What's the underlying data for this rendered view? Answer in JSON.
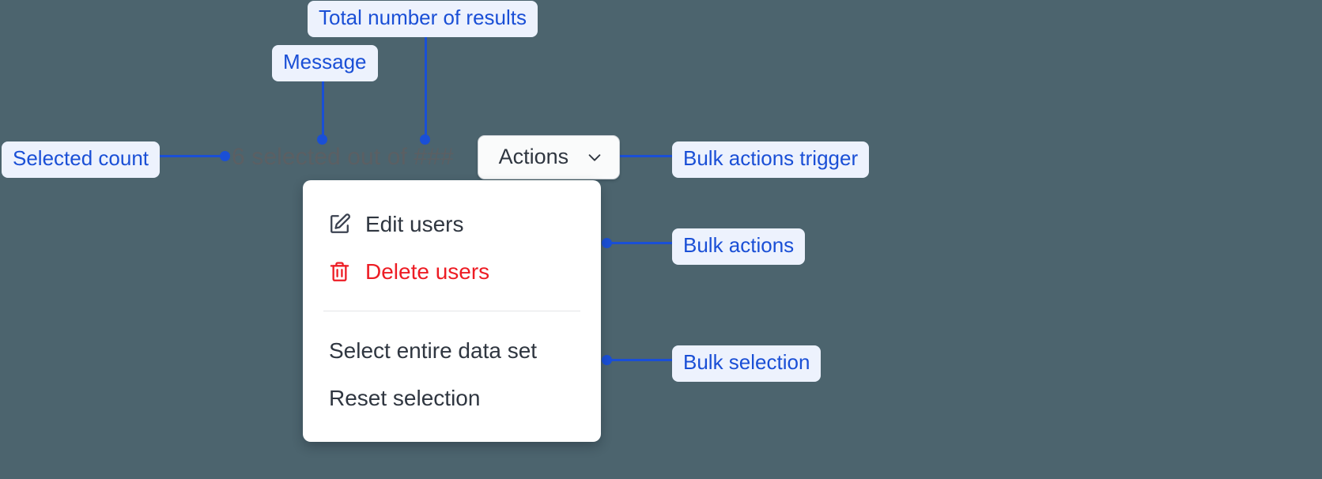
{
  "canvas": {
    "background_color": "#4c646e",
    "accent_color": "#1a4fd6",
    "callout_bg_color": "#edf2fd",
    "danger_color": "#ed1c24"
  },
  "selection_bar": {
    "selected_count": "6",
    "message_text": "6 selected out of ###",
    "total_results_placeholder": "###",
    "trigger": {
      "label": "Actions",
      "chevron_icon": "chevron-down-icon"
    }
  },
  "menu": {
    "groups": [
      {
        "name": "bulk-actions",
        "items": [
          {
            "label": "Edit users",
            "icon": "edit-pencil-icon",
            "tone": "default"
          },
          {
            "label": "Delete users",
            "icon": "trash-icon",
            "tone": "danger"
          }
        ]
      },
      {
        "name": "bulk-selection",
        "items": [
          {
            "label": "Select entire data set",
            "icon": "",
            "tone": "default"
          },
          {
            "label": "Reset selection",
            "icon": "",
            "tone": "default"
          }
        ]
      }
    ]
  },
  "annotations": [
    {
      "id": "total-results",
      "label": "Total number of results"
    },
    {
      "id": "message",
      "label": "Message"
    },
    {
      "id": "selected-count",
      "label": "Selected count"
    },
    {
      "id": "bulk-actions-trigger",
      "label": "Bulk actions trigger"
    },
    {
      "id": "bulk-actions",
      "label": "Bulk actions"
    },
    {
      "id": "bulk-selection",
      "label": "Bulk selection"
    }
  ]
}
